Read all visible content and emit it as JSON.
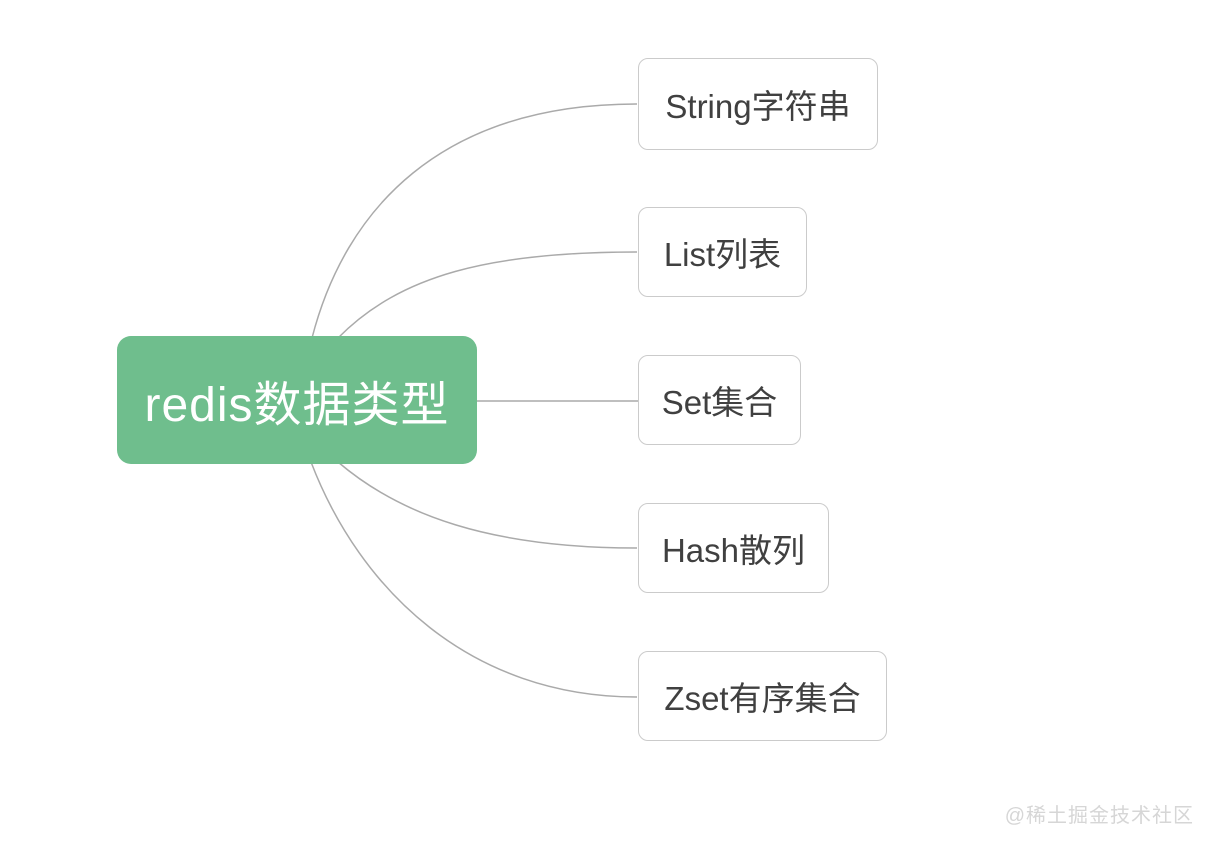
{
  "diagram": {
    "root": {
      "label": "redis数据类型"
    },
    "children": [
      {
        "label": "String字符串"
      },
      {
        "label": "List列表"
      },
      {
        "label": "Set集合"
      },
      {
        "label": "Hash散列"
      },
      {
        "label": "Zset有序集合"
      }
    ]
  },
  "watermark": {
    "text": "@稀土掘金技术社区"
  },
  "colors": {
    "root_background": "#6fbe8d",
    "root_text": "#ffffff",
    "child_border": "#cbcbcb",
    "child_text": "#404040",
    "connector_line": "#aaaaaa",
    "watermark_text": "#d6d6d6",
    "page_background": "#ffffff"
  }
}
